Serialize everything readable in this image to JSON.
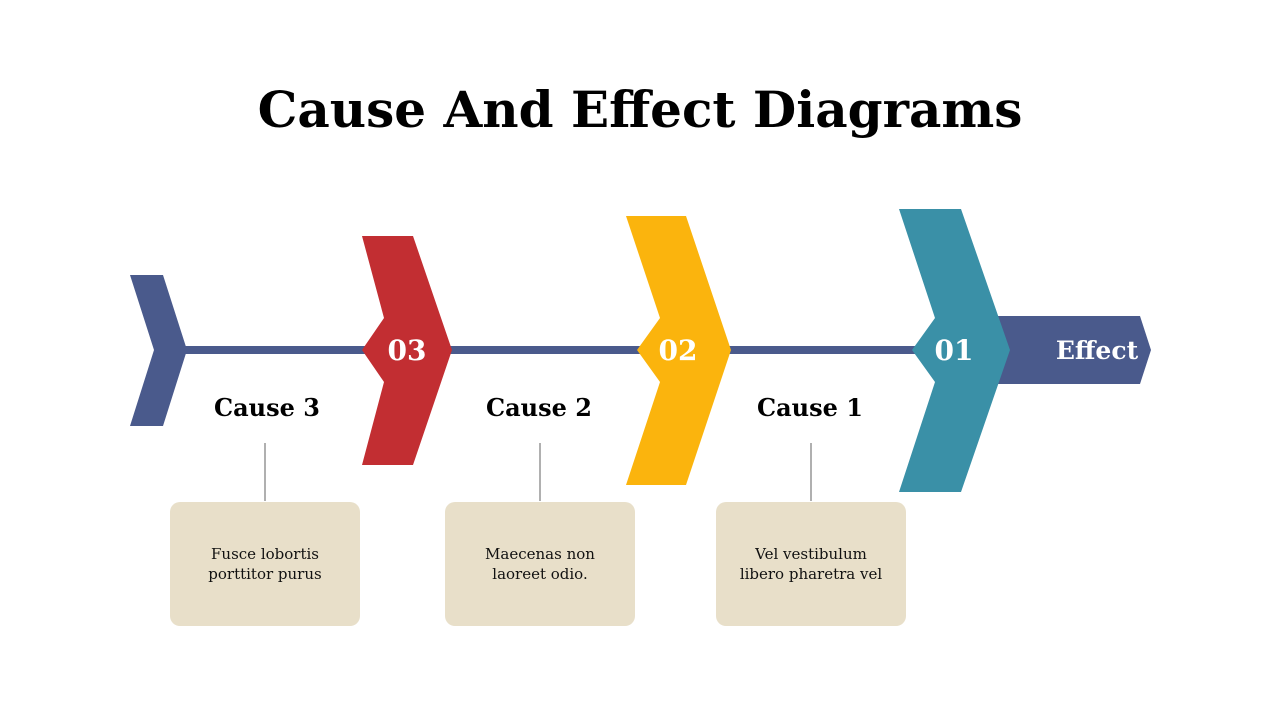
{
  "title": "Cause And Effect Diagrams",
  "colors": {
    "spine": "#4a5a8c",
    "cause_3": "#c22e32",
    "cause_2": "#fbb40d",
    "cause_1": "#3a90a7",
    "effect": "#4a5a8c",
    "box": "#e8dfc9"
  },
  "effect": {
    "label": "Effect"
  },
  "causes": [
    {
      "number": "03",
      "label": "Cause 3",
      "description_line1": "Fusce lobortis",
      "description_line2": "porttitor purus"
    },
    {
      "number": "02",
      "label": "Cause 2",
      "description_line1": "Maecenas non",
      "description_line2": "laoreet odio."
    },
    {
      "number": "01",
      "label": "Cause 1",
      "description_line1": "Vel vestibulum",
      "description_line2": "libero pharetra vel"
    }
  ]
}
